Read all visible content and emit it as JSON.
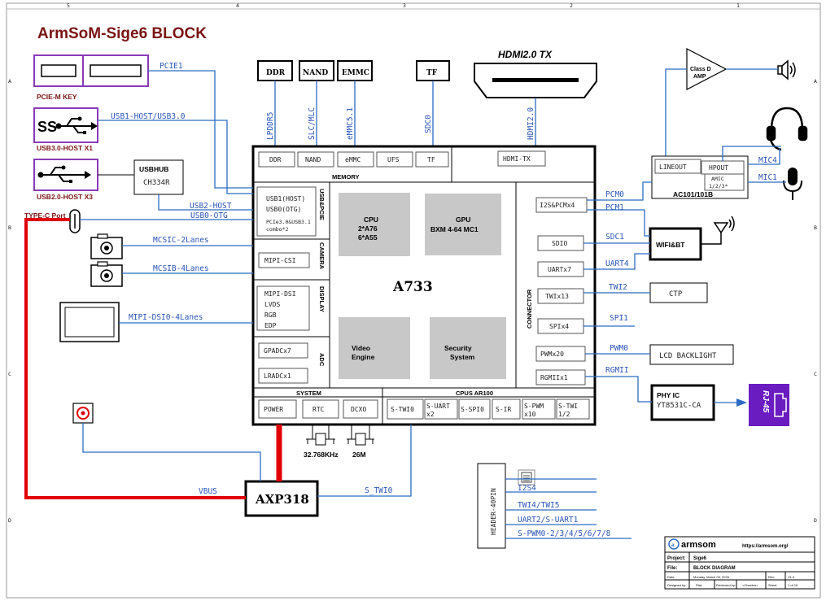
{
  "title": "ArmSoM-Sige6 BLOCK",
  "border": {
    "top_ticks": [
      "5",
      "4",
      "3",
      "2",
      "1"
    ],
    "left_ticks": [
      "A",
      "B",
      "C",
      "D"
    ],
    "right_ticks": [
      "A",
      "B",
      "C",
      "D"
    ]
  },
  "left": {
    "pcie_label": "PCIE-M KEY",
    "usb3_label": "USB3.0-HOST X1",
    "usb2_label": "USB2.0-HOST X3",
    "usbhub_title": "USBHUB",
    "usbhub_part": "CH334R",
    "typec_label": "TYPE-C Port",
    "ss_glyph": "SS"
  },
  "signals": {
    "pcie1": "PCIE1",
    "usb1_host": "USB1-HOST/USB3.0",
    "usb2_host": "USB2-HOST",
    "usb0_otg": "USB0-OTG",
    "mcsic": "MCSIC-2Lanes",
    "mcsib": "MCSIB-4Lanes",
    "mipi_dsi0": "MIPI-DSI0-4Lanes",
    "vbus": "VBUS",
    "s_twi0": "S_TWI0",
    "lpddr5": "LPDDR5",
    "slc_mlc": "SLC/MLC",
    "emmc51": "eMMC5.1",
    "sdc0": "SDC0",
    "hdmi20": "HDMI2.0",
    "pcm0": "PCM0",
    "pcm1": "PCM1",
    "sdc1": "SDC1",
    "uart4": "UART4",
    "twi2": "TWI2",
    "spi1": "SPI1",
    "pwm0": "PWM0",
    "rgmii": "RGMII",
    "mic4": "MIC4",
    "mic1": "MIC1"
  },
  "top": {
    "ddr": "DDR",
    "nand": "NAND",
    "emmc": "EMMC",
    "tf": "TF",
    "hdmi_tx": "HDMI2.0 TX"
  },
  "soc": {
    "name": "A733",
    "memory_title": "MEMORY",
    "memory": [
      "DDR",
      "NAND",
      "eMMC",
      "UFS",
      "TF"
    ],
    "hdmi_tx": "HDMI-TX",
    "usb_pcie": [
      "USB1(HOST)",
      "USB0(OTG)",
      "PCIe3.0&USB3.1",
      "combo*2"
    ],
    "usb_pcie_title": "USB&PCIE",
    "camera": "MIPI-CSI",
    "camera_title": "CAMERA",
    "display": [
      "MIPI-DSI",
      "LVDS",
      "RGB",
      "EDP"
    ],
    "display_title": "DISPLAY",
    "adc": [
      "GPADCx7",
      "LRADCx1"
    ],
    "adc_title": "ADC",
    "cpu": [
      "CPU",
      "2*A76",
      "6*A55"
    ],
    "gpu": [
      "GPU",
      "BXM 4-64 MC1"
    ],
    "video": [
      "Video",
      "Engine"
    ],
    "security": [
      "Security",
      "System"
    ],
    "connector_title": "CONNECTOR",
    "connector": [
      "I2S&PCMx4",
      "SDIO",
      "UARTx7",
      "TWIx13",
      "SPIx4",
      "PWMx20",
      "RGMIIx1"
    ],
    "system_title": "SYSTEM",
    "system": [
      "POWER",
      "RTC",
      "DCXO"
    ],
    "cpus_title": "CPUS  AR100",
    "cpus": [
      "S-TWI0",
      "S-UART",
      "x2",
      "S-SPI0",
      "S-IR",
      "S-PWM",
      "x10",
      "S-TWI",
      "1/2"
    ]
  },
  "crystals": {
    "rtc": "32.768KHz",
    "dcxo": "26M"
  },
  "pmic": "AXP318",
  "right": {
    "amp": [
      "Class D",
      "AMP"
    ],
    "codec_lineout": "LINEOUT",
    "codec_hpout": "HPOUT",
    "codec_amic": [
      "AMIC",
      "1/2/3*"
    ],
    "codec_name": "AC101/101B",
    "wifi": "WIFI&BT",
    "ctp": "CTP",
    "lcd_backlight": "LCD BACKLIGHT",
    "phy_title": "PHY IC",
    "phy_part": "YT8531C-CA",
    "rj45": "RJ-45"
  },
  "header": {
    "title": "HEADER-40PIN",
    "signals": [
      "I2S4",
      "TWI4/TWI5",
      "UART2/S-UART1",
      "S-PWM0-2/3/4/5/6/7/8"
    ]
  },
  "titleblock": {
    "logo": "armsom",
    "url": "https://armsom.org/",
    "project_k": "Project:",
    "project_v": "Sige6",
    "file_k": "File:",
    "file_v": "BLOCK DIAGRAM",
    "date_k": "Date:",
    "date_v": "Monday, March 09, 2026",
    "designed_k": "Designed by:",
    "designed_v": "Pisk",
    "reviewed_k": "Reviewed by:",
    "reviewed_v": "<Checker>",
    "rev_k": "Rev:",
    "rev_v": "V1.0",
    "sheet_k": "Sheet",
    "sheet_v": "1 of 15"
  },
  "colors": {
    "wire": "#2b6cc4",
    "power": "#e00000",
    "title": "#7a1313",
    "purple": "#8a3ab8",
    "rj45": "#6a1cc0",
    "grey_block": "#c8c8c8"
  }
}
